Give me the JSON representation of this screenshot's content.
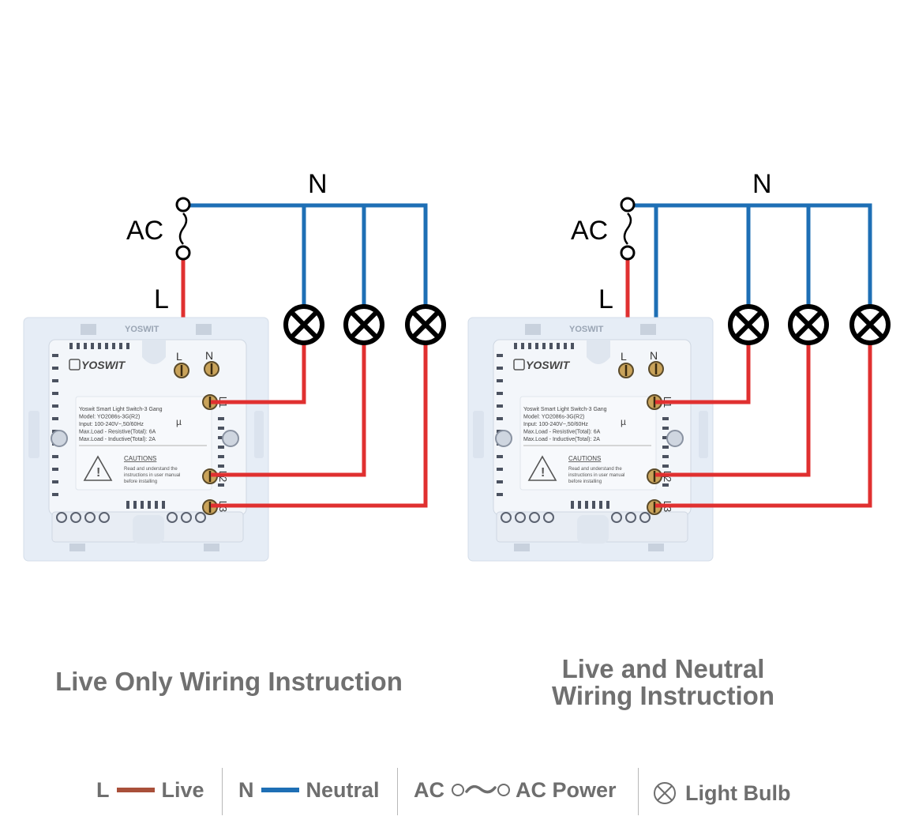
{
  "colors": {
    "live": "#e03030",
    "neutral": "#1e6fb5",
    "legend_live": "#a9503a",
    "legend_neutral": "#1e6fb5",
    "text_gray": "#707070",
    "panel": "#e9eef6"
  },
  "diagrams": [
    {
      "id": "live-only",
      "label_n": "N",
      "label_ac": "AC",
      "label_l": "L",
      "caption": "Live Only Wiring Instruction",
      "neutral_to_switch": false
    },
    {
      "id": "live-neutral",
      "label_n": "N",
      "label_ac": "AC",
      "label_l": "L",
      "caption_line1": "Live and Neutral",
      "caption_line2": "Wiring Instruction",
      "neutral_to_switch": true
    }
  ],
  "switch_panel": {
    "brand": "YOSWIT",
    "brand_top": "YOSWIT",
    "terminal_l": "L",
    "terminal_n": "N",
    "terminal_l1": "L1",
    "terminal_l2": "L2",
    "terminal_l3": "L3",
    "spec_lines": [
      "Yoswit Smart Light Switch-3 Gang",
      "Model: YO2086s-3G(R2)",
      "Input: 100-240V~,50/60Hz",
      "Max.Load - Resistive(Total): 6A",
      "Max.Load - Inductive(Total): 2A"
    ],
    "caution_title": "CAUTIONS",
    "caution_lines": [
      "Read and understand the",
      "instructions in user manual",
      "before installing"
    ]
  },
  "legend": {
    "live_letter": "L",
    "live_label": "Live",
    "neutral_letter": "N",
    "neutral_label": "Neutral",
    "ac_letter": "AC",
    "ac_label": "AC Power",
    "bulb_label": "Light Bulb",
    "bulb_icon": "light-bulb-icon"
  }
}
